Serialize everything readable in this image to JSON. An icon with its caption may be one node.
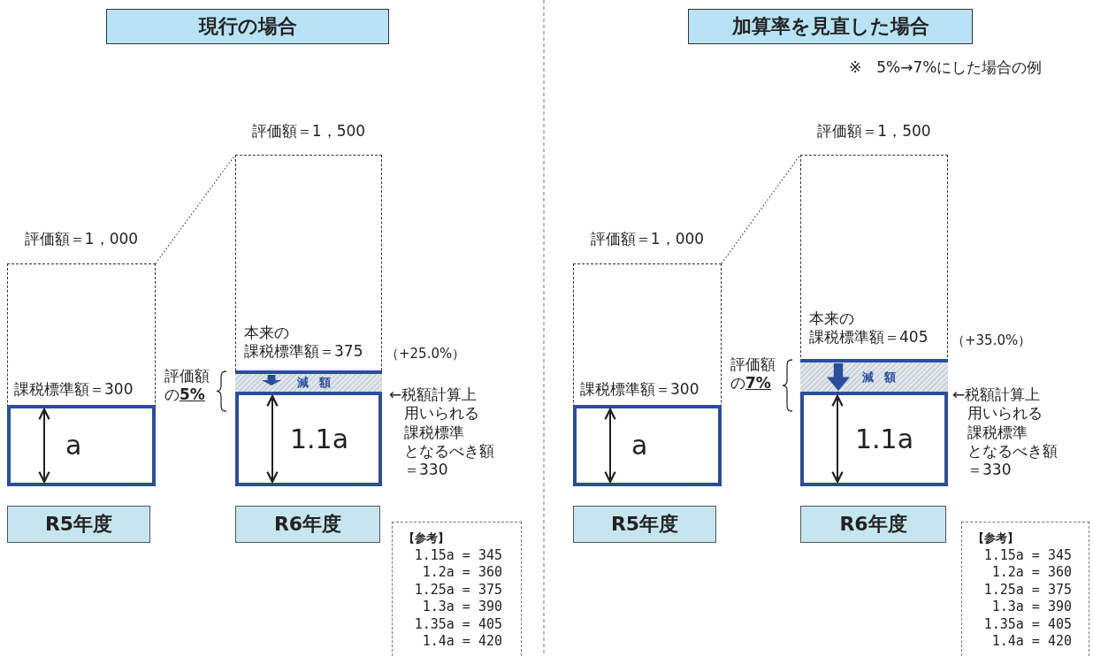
{
  "diagram": {
    "nodes": [
      {
        "text": [
          "現行の場合"
        ]
      },
      {
        "text": [
          "評価額＝1，000",
          "課税標準額＝300"
        ]
      },
      {
        "text": [
          "a"
        ],
        "in": 1
      },
      {
        "text": [
          "評価額＝1，500",
          "本来の課税標準額＝375"
        ],
        "beside": [
          "（+25.0%）"
        ]
      },
      {
        "text": [
          "減額"
        ],
        "in": 3
      },
      {
        "text": [
          "1.1a"
        ],
        "in": 3,
        "beside": [
          "←税額計算上用いられる課税標準となるべき額＝330"
        ]
      },
      {
        "text": [
          "R5年度"
        ]
      },
      {
        "text": [
          "R6年度"
        ]
      },
      {
        "text": [
          "【参考】",
          "1.15a = 345",
          "1.2a = 360",
          "1.25a = 375",
          "1.3a = 390",
          "1.35a = 405",
          "1.4a = 420"
        ]
      },
      {
        "text": [
          "加算率を見直した場合"
        ]
      },
      {
        "text": [
          "評価額＝1，000",
          "課税標準額＝300"
        ]
      },
      {
        "text": [
          "a"
        ],
        "in": 10
      },
      {
        "text": [
          "評価額＝1，500",
          "本来の課税標準額＝405"
        ],
        "beside": [
          "（+35.0%）"
        ]
      },
      {
        "text": [
          "減額"
        ],
        "in": 12
      },
      {
        "text": [
          "1.1a"
        ],
        "in": 12,
        "beside": [
          "←税額計算上用いられる課税標準となるべき額＝330"
        ]
      },
      {
        "text": [
          "R5年度"
        ]
      },
      {
        "text": [
          "R6年度"
        ]
      },
      {
        "text": [
          "【参考】",
          "1.15a = 345",
          "1.2a = 360",
          "1.25a = 375",
          "1.3a = 390",
          "1.35a = 405",
          "1.4a = 420"
        ]
      }
    ],
    "edges": [
      {
        "from": 1,
        "to": 3,
        "arrow": "none",
        "style": "dashed"
      },
      {
        "from": 10,
        "to": 12,
        "arrow": "none",
        "style": "dashed"
      }
    ],
    "labels": [
      "※　5%→7%にした場合の例",
      "評価額の**5%**",
      "評価額の**7%**"
    ]
  }
}
